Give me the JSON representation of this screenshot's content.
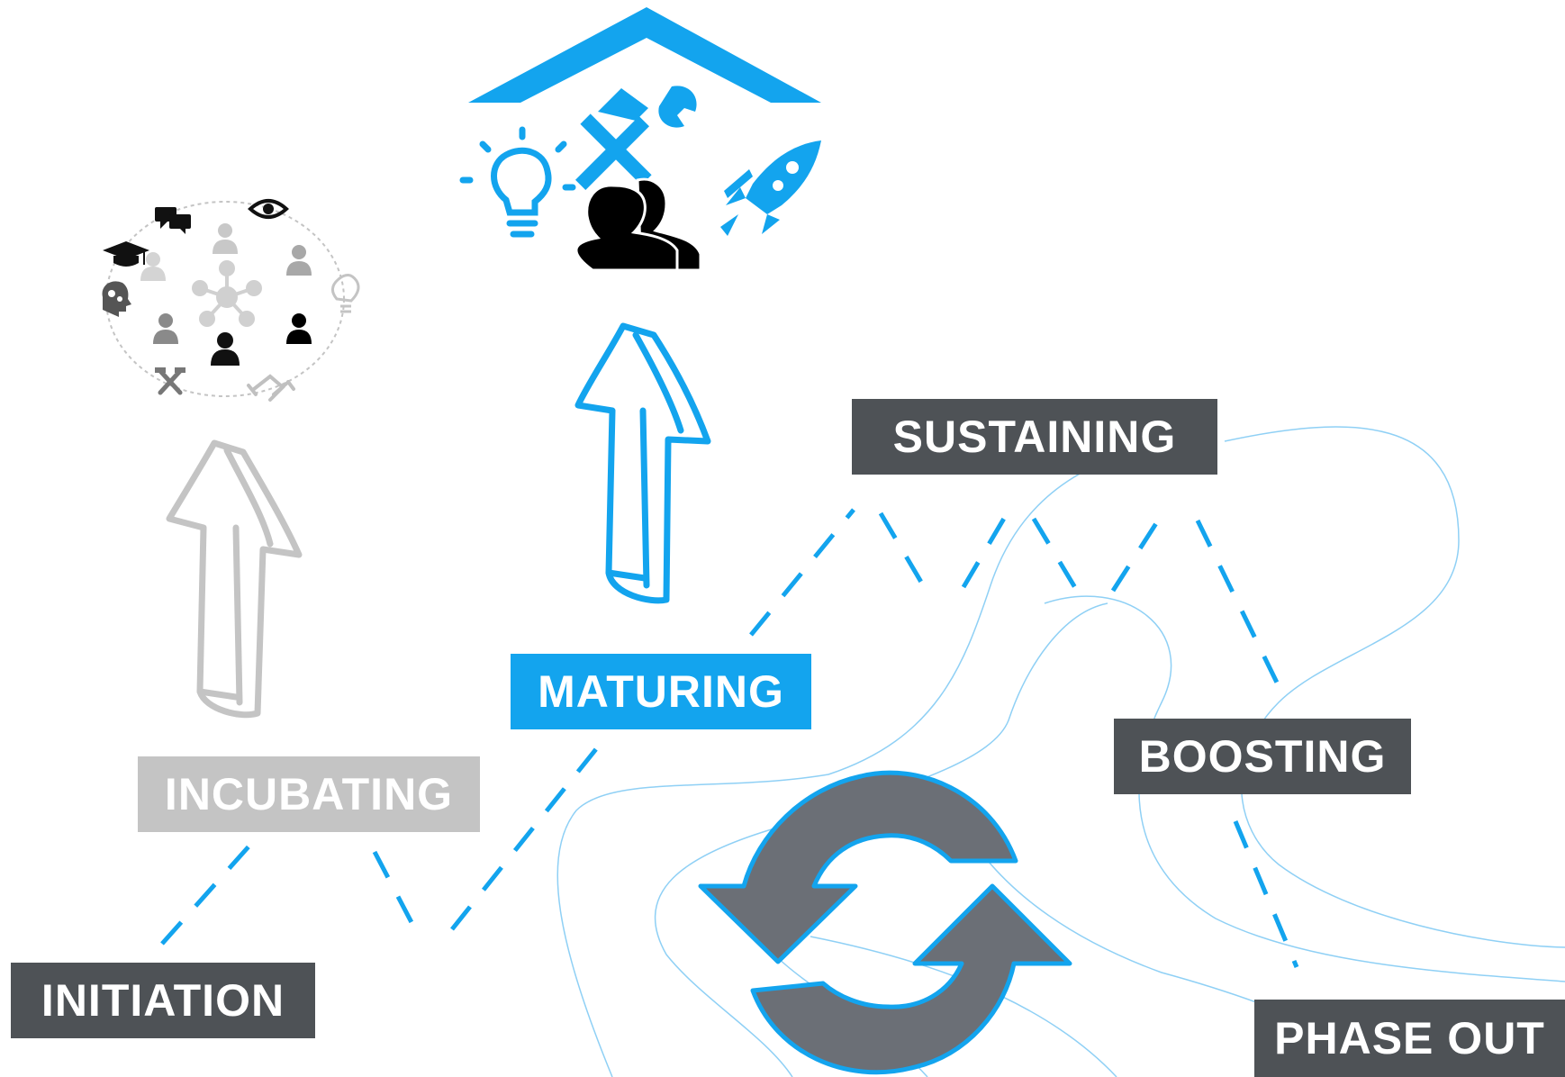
{
  "stages": {
    "initiation": {
      "label": "INITIATION",
      "bg": "#4e5256",
      "color": "#ffffff"
    },
    "incubating": {
      "label": "INCUBATING",
      "bg": "#c4c4c4",
      "color": "#ffffff"
    },
    "maturing": {
      "label": "MATURING",
      "bg": "#13a4ee",
      "color": "#ffffff"
    },
    "sustaining": {
      "label": "SUSTAINING",
      "bg": "#4e5256",
      "color": "#ffffff"
    },
    "boosting": {
      "label": "BOOSTING",
      "bg": "#4e5256",
      "color": "#ffffff"
    },
    "phase_out": {
      "label": "PHASE OUT",
      "bg": "#4e5256",
      "color": "#ffffff"
    }
  },
  "colors": {
    "accent_blue": "#13a4ee",
    "dark_gray": "#4e5256",
    "light_gray": "#c4c4c4",
    "cycle_gray": "#6b6f76",
    "river_line": "#8fd0f5"
  },
  "icons": {
    "incubating_cluster": [
      "speech-bubbles-icon",
      "eye-icon",
      "graduation-cap-icon",
      "person-icon",
      "network-hub-icon",
      "head-gears-icon",
      "lightbulb-icon",
      "tools-icon",
      "handshake-icon"
    ],
    "maturing_cluster": [
      "roof-icon",
      "hammer-wrench-icon",
      "lightbulb-icon",
      "team-icon",
      "rocket-icon"
    ],
    "arrows": [
      "gray-up-arrow-icon",
      "blue-up-arrow-icon"
    ],
    "cycle": "refresh-cycle-icon"
  }
}
